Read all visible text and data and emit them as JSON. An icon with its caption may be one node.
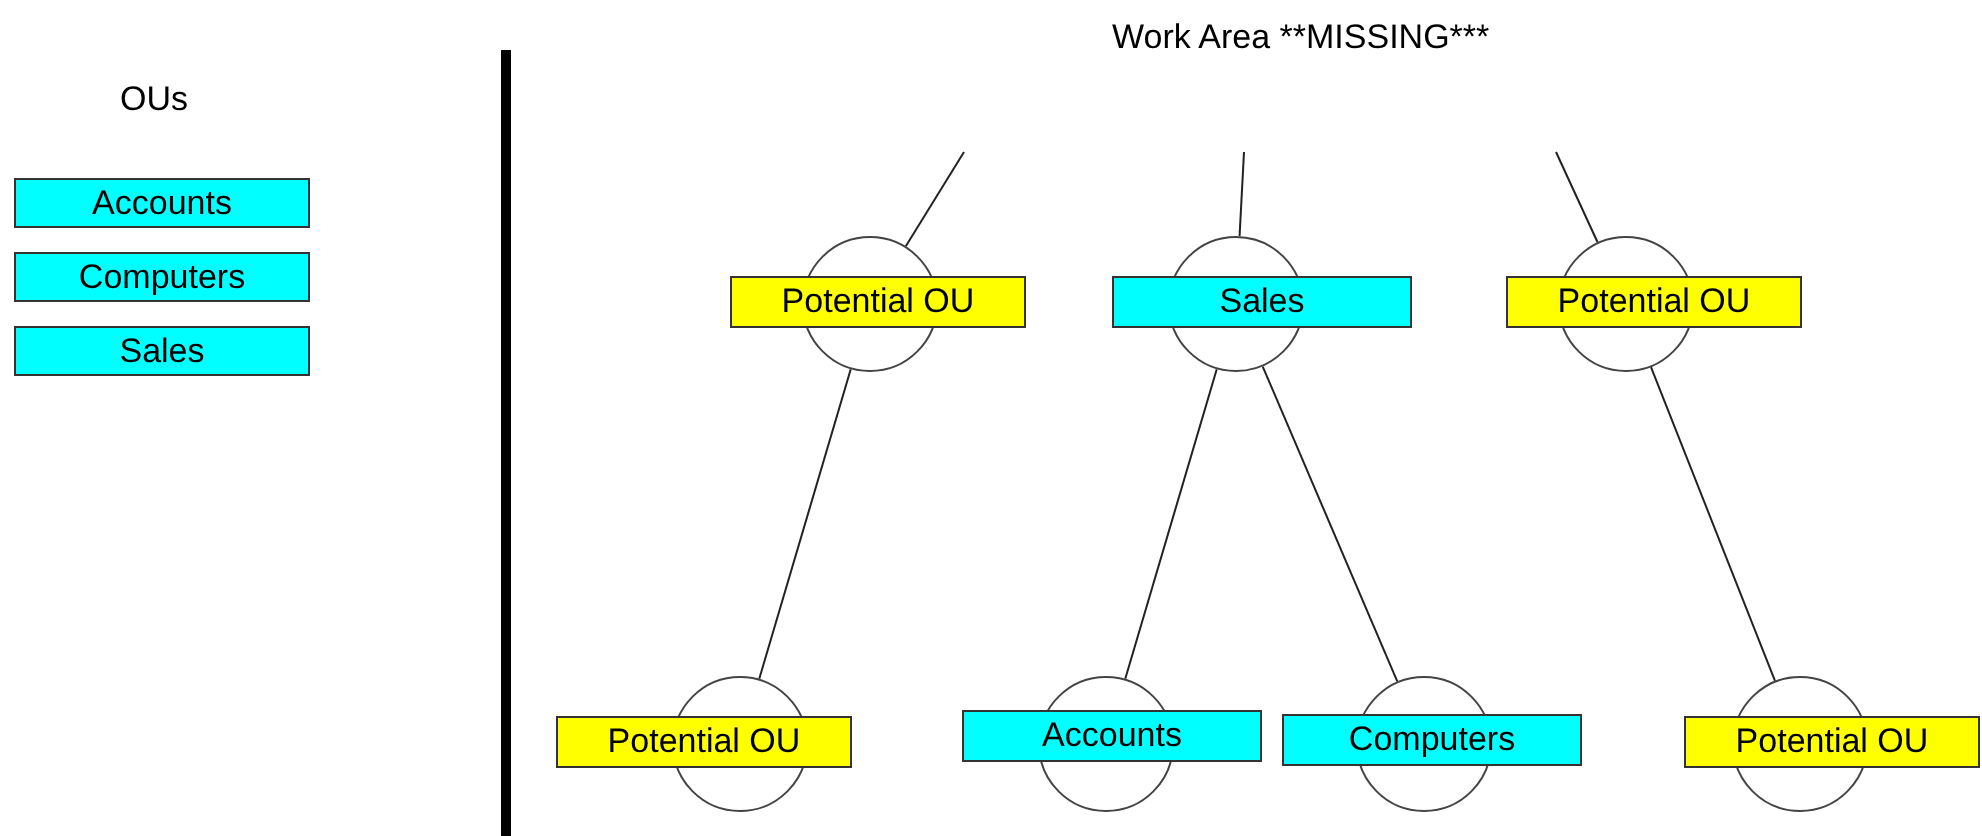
{
  "diagram": {
    "title": "Work Area **MISSING***",
    "nodes": [
      {
        "text": [
          "Accounts"
        ]
      },
      {
        "text": [
          "Computers"
        ]
      },
      {
        "text": [
          "Sales"
        ]
      },
      {
        "text": [
          "Potential OU"
        ]
      },
      {
        "text": [
          "Sales"
        ]
      },
      {
        "text": [
          "Potential OU"
        ]
      },
      {
        "text": [
          "Potential OU"
        ]
      },
      {
        "text": [
          "Accounts"
        ]
      },
      {
        "text": [
          "Computers"
        ]
      },
      {
        "text": [
          "Potential OU"
        ]
      }
    ],
    "edges": [
      {
        "from": null,
        "to": 3,
        "arrow": "none"
      },
      {
        "from": null,
        "to": 4,
        "arrow": "none"
      },
      {
        "from": null,
        "to": 5,
        "arrow": "none"
      },
      {
        "from": 3,
        "to": 6,
        "arrow": "none"
      },
      {
        "from": 4,
        "to": 7,
        "arrow": "none"
      },
      {
        "from": 4,
        "to": 8,
        "arrow": "none"
      },
      {
        "from": 5,
        "to": 9,
        "arrow": "none"
      }
    ],
    "labels": [
      "OUs"
    ]
  }
}
